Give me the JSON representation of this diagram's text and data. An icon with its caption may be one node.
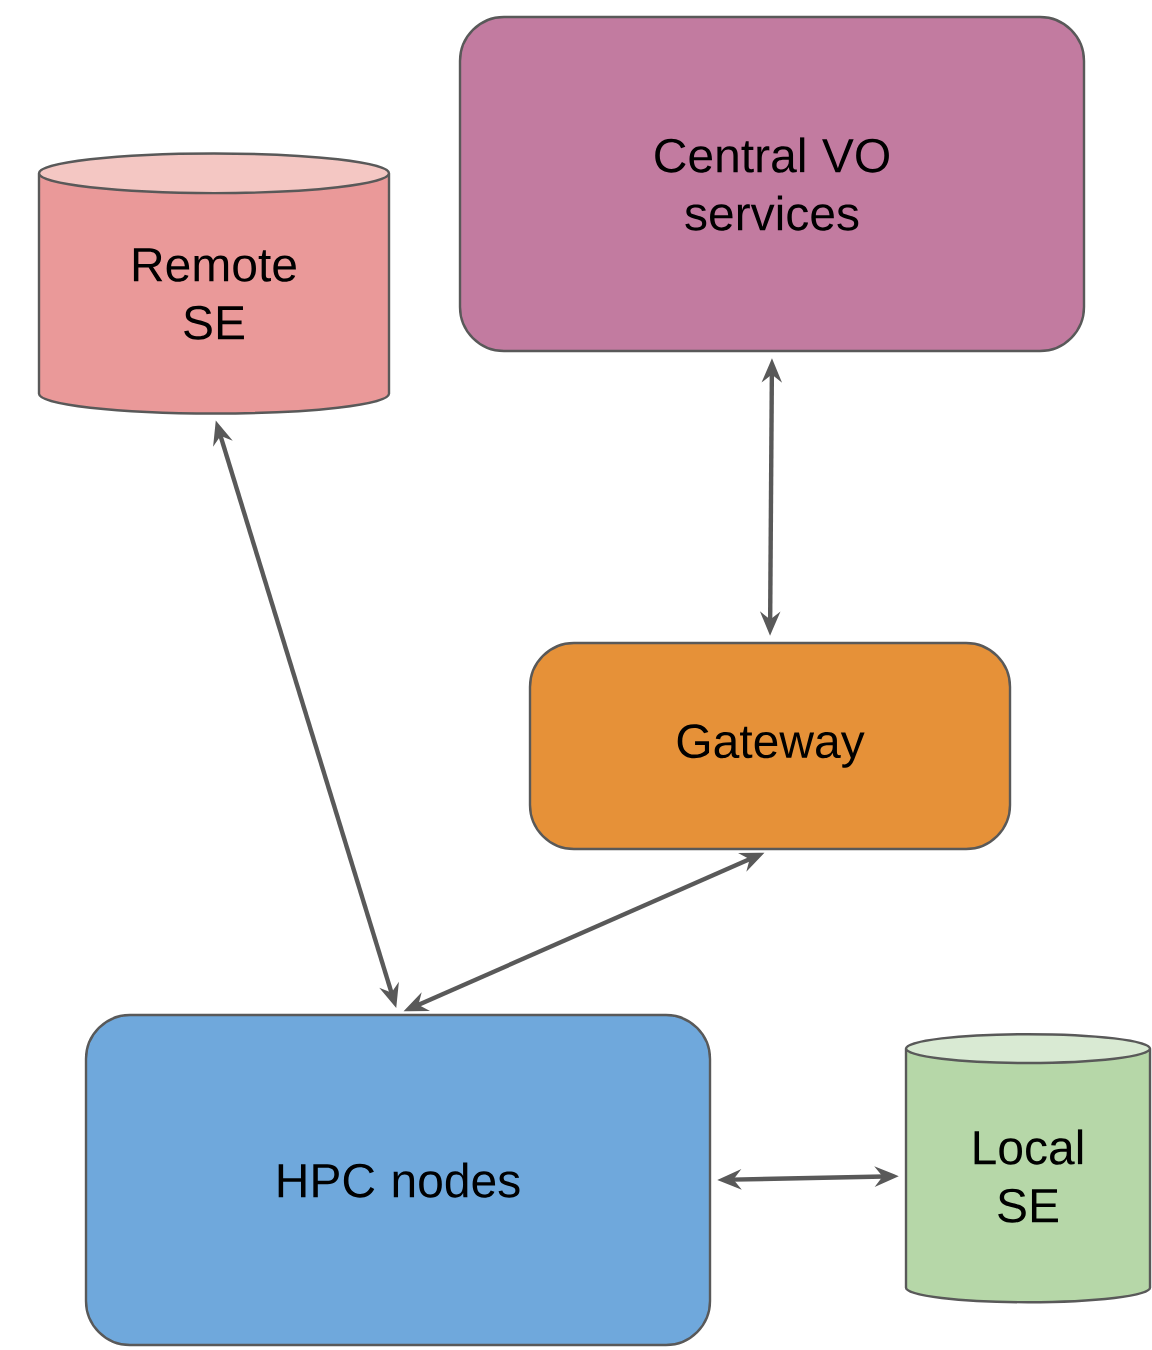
{
  "diagram": {
    "nodes": [
      {
        "text": [
          "Central VO services"
        ]
      },
      {
        "text": [
          "Remote SE"
        ]
      },
      {
        "text": [
          "Gateway"
        ]
      },
      {
        "text": [
          "HPC nodes"
        ]
      },
      {
        "text": [
          "Local SE"
        ]
      }
    ],
    "edges": [
      {
        "from": 0,
        "to": 2,
        "arrow": "both"
      },
      {
        "from": 1,
        "to": 3,
        "arrow": "both"
      },
      {
        "from": 2,
        "to": 3,
        "arrow": "both"
      },
      {
        "from": 3,
        "to": 4,
        "arrow": "both"
      }
    ]
  }
}
